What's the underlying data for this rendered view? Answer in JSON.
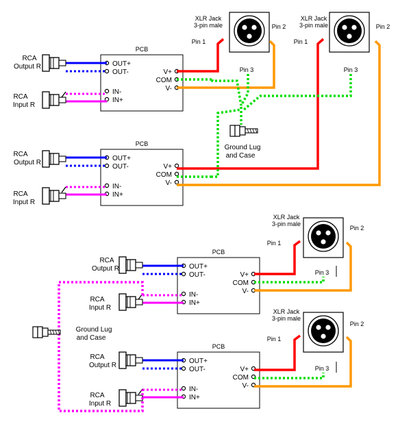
{
  "labels": {
    "rca": "RCA",
    "output_r": "Output R",
    "input_r": "Input R",
    "pcb": "PCB",
    "out_plus": "OUT+",
    "out_minus": "OUT-",
    "in_minus": "IN-",
    "in_plus": "IN+",
    "v_plus": "V+",
    "com": "COM",
    "v_minus": "V-",
    "xlr_jack": "XLR Jack",
    "xlr_type": "3-pin male",
    "pin1": "Pin 1",
    "pin2": "Pin 2",
    "pin3": "Pin 3",
    "ground_lug": "Ground Lug",
    "and_case": "and Case"
  },
  "colors": {
    "pin1_hot": "#ff0000",
    "pin2_cold": "#ff9900",
    "ground": "#00dd00",
    "output_wire": "#0000ff",
    "input_wire": "#ff00ff"
  }
}
